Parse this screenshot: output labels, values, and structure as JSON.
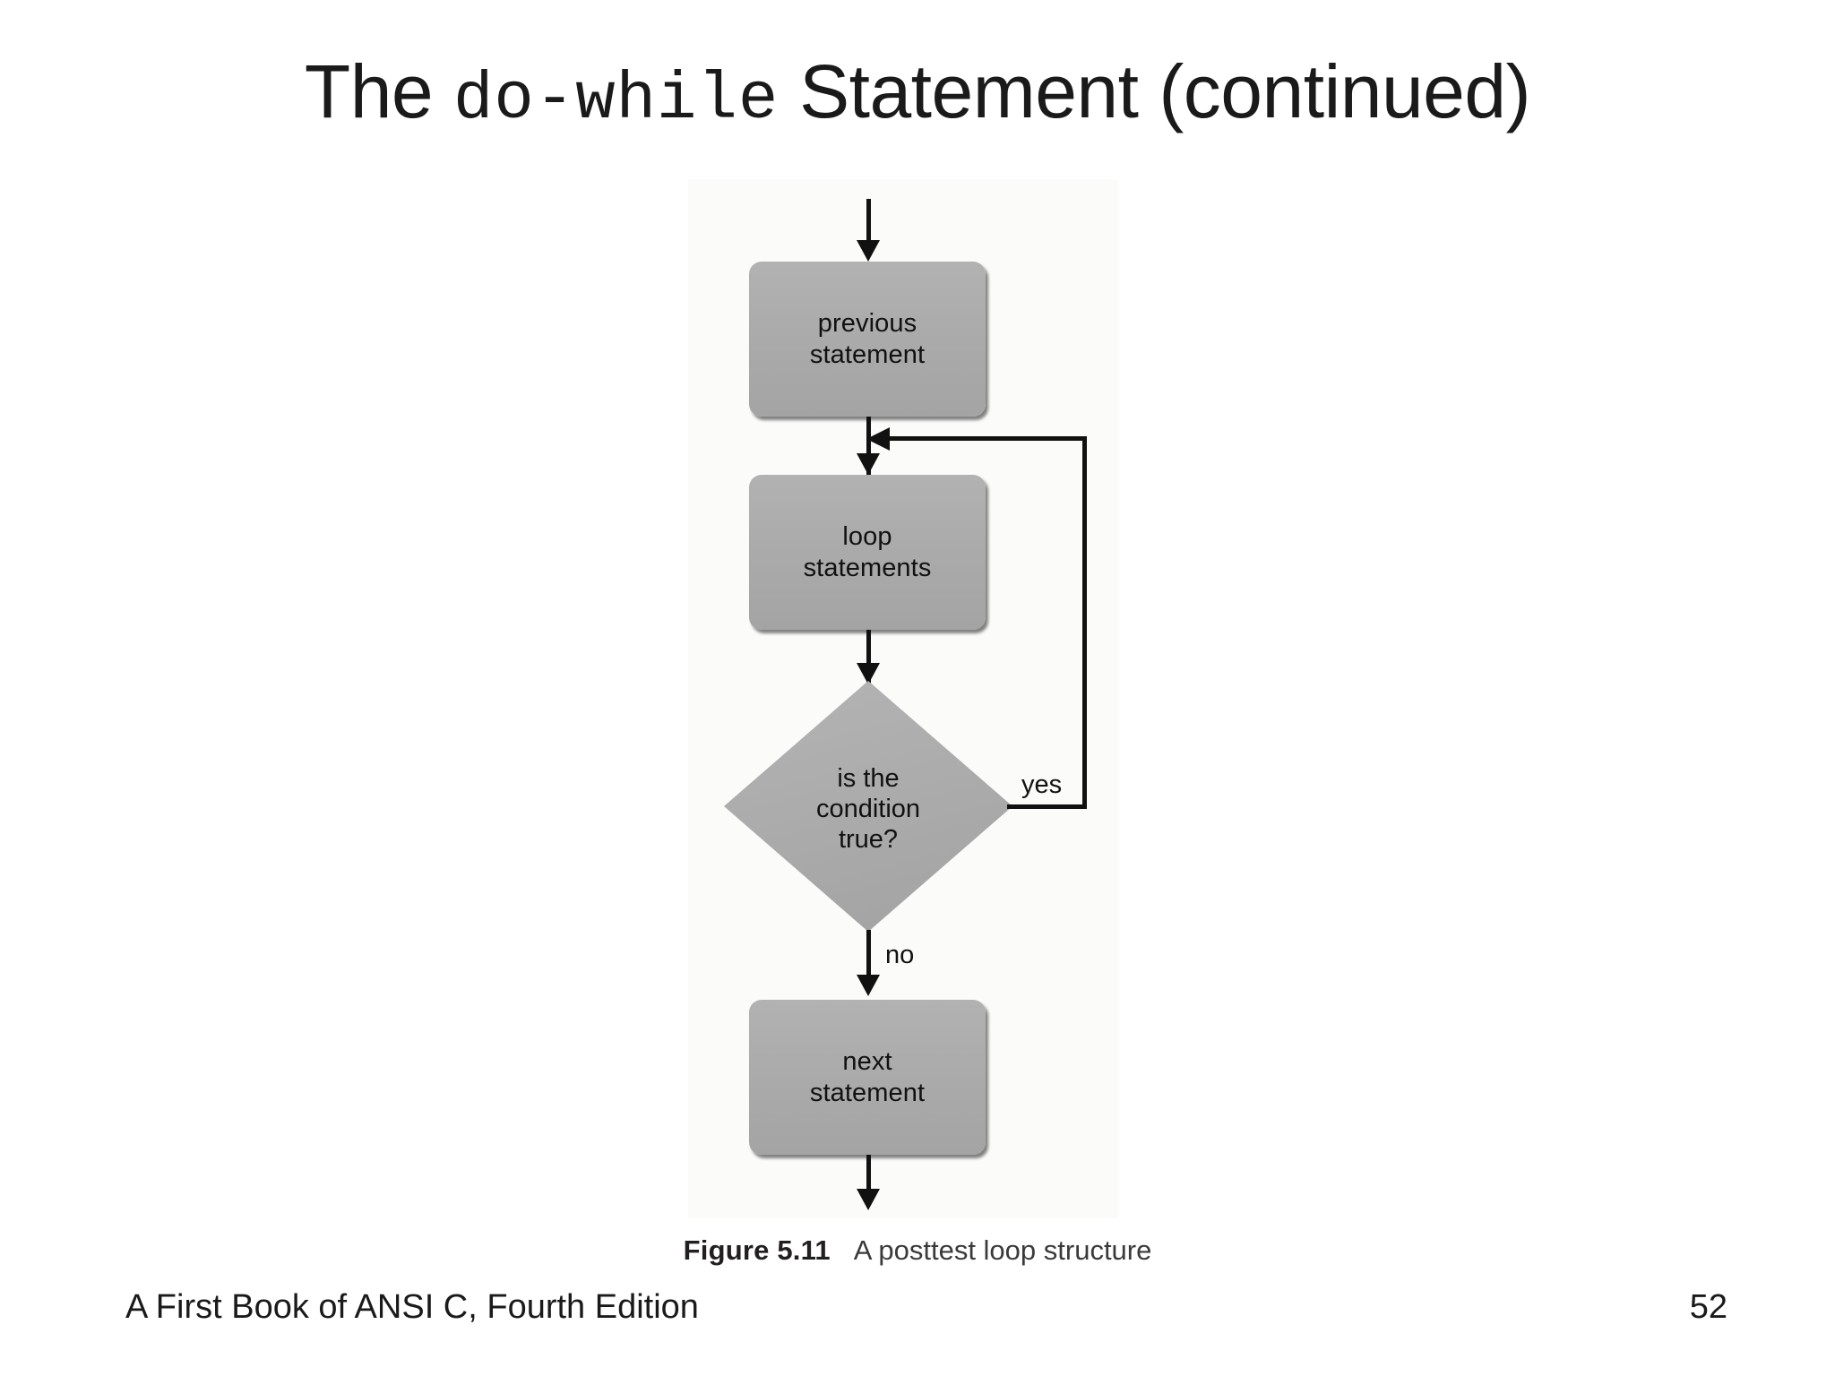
{
  "slide": {
    "title_prefix": "The ",
    "title_mono": "do-while",
    "title_suffix": " Statement (continued)",
    "page_number": "52",
    "footer_text": "A First Book of ANSI C, Fourth Edition"
  },
  "figure": {
    "caption_number": "Figure 5.11",
    "caption_text": "A posttest loop structure",
    "background_color": "#fbfbfa",
    "node_fill_color": "#ababab",
    "line_color": "#111111",
    "nodes": [
      {
        "id": "previous",
        "shape": "rounded-rect",
        "line1": "previous",
        "line2": "statement"
      },
      {
        "id": "loop",
        "shape": "rounded-rect",
        "line1": "loop",
        "line2": "statements"
      },
      {
        "id": "decision",
        "shape": "diamond",
        "line1": "is the",
        "line2": "condition",
        "line3": "true?"
      },
      {
        "id": "next",
        "shape": "rounded-rect",
        "line1": "next",
        "line2": "statement"
      }
    ],
    "edge_labels": {
      "yes": "yes",
      "no": "no"
    }
  }
}
